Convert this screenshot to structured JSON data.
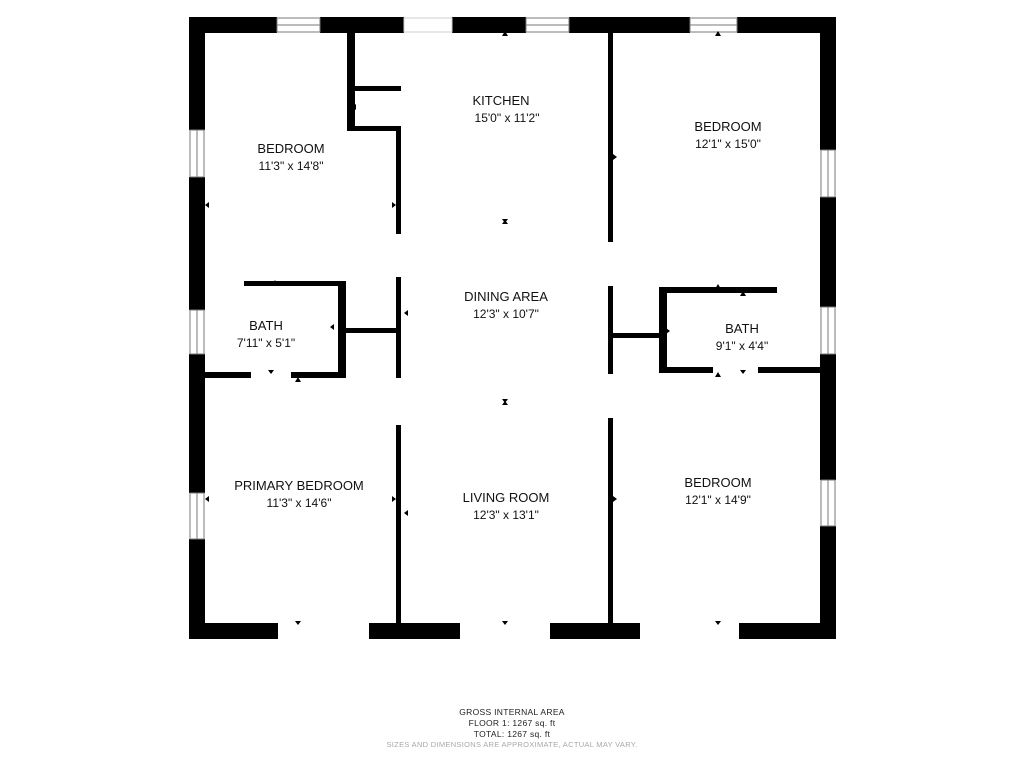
{
  "rooms": {
    "kitchen": {
      "name": "KITCHEN",
      "dims": "15'0\" x 11'2\""
    },
    "bedroom_nw": {
      "name": "BEDROOM",
      "dims": "11'3\" x 14'8\""
    },
    "bedroom_ne": {
      "name": "BEDROOM",
      "dims": "12'1\" x 15'0\""
    },
    "dining": {
      "name": "DINING AREA",
      "dims": "12'3\" x 10'7\""
    },
    "bath_w": {
      "name": "BATH",
      "dims": "7'11\" x 5'1\""
    },
    "bath_e": {
      "name": "BATH",
      "dims": "9'1\" x 4'4\""
    },
    "primary_bedroom": {
      "name": "PRIMARY BEDROOM",
      "dims": "11'3\" x 14'6\""
    },
    "living": {
      "name": "LIVING ROOM",
      "dims": "12'3\" x 13'1\""
    },
    "bedroom_se": {
      "name": "BEDROOM",
      "dims": "12'1\" x 14'9\""
    }
  },
  "footer": {
    "title": "GROSS INTERNAL AREA",
    "floor": "FLOOR 1: 1267 sq. ft",
    "total": "TOTAL: 1267 sq. ft",
    "disclaimer": "SIZES AND DIMENSIONS ARE APPROXIMATE, ACTUAL MAY VARY."
  },
  "colors": {
    "wall": "#000000",
    "window": "#ffffff",
    "window_frame": "#7a7a7a",
    "disclaimer": "#a8a8a8"
  }
}
